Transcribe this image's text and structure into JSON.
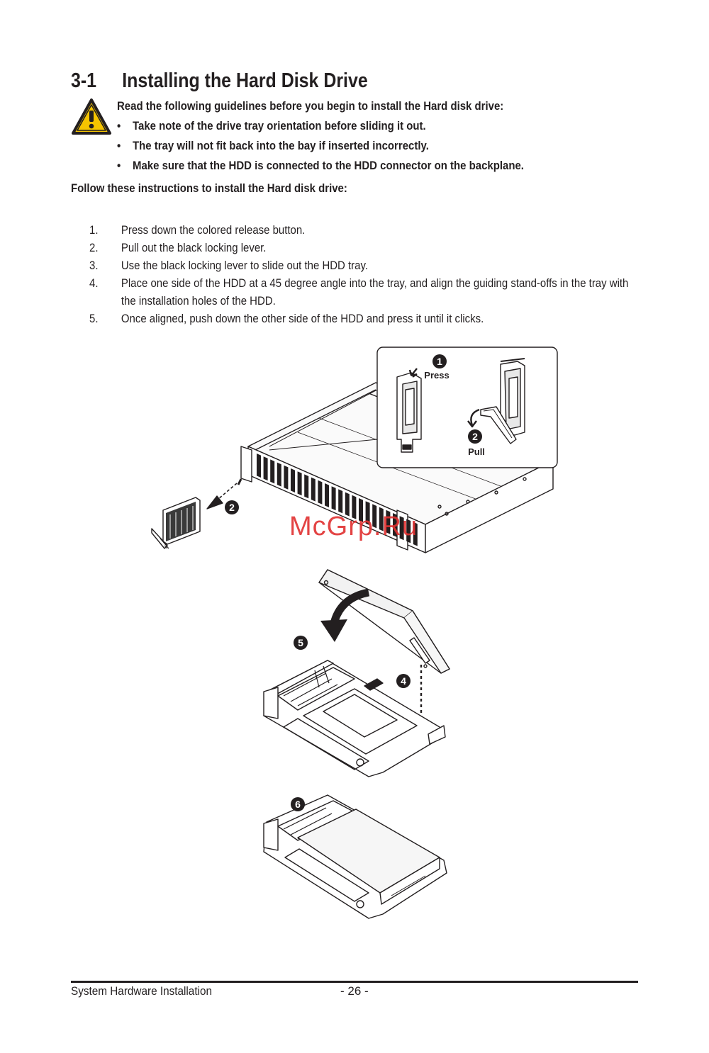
{
  "heading": {
    "number": "3-1",
    "title": "Installing the Hard Disk Drive"
  },
  "caution": {
    "icon": "warning-triangle-icon",
    "lead": "Read the following guidelines before you begin to install the Hard disk drive:",
    "bullets": [
      "Take note of the drive tray orientation before sliding it out.",
      "The tray will not fit back into the bay if inserted incorrectly.",
      "Make sure that the HDD is connected to the HDD connector on the backplane."
    ]
  },
  "instructions_lead": "Follow these instructions to install the Hard disk drive:",
  "steps": [
    {
      "n": "1.",
      "text": "Press down the colored release button."
    },
    {
      "n": "2.",
      "text": "Pull out the black locking lever."
    },
    {
      "n": "3.",
      "text": "Use the black locking lever to slide out the HDD tray."
    },
    {
      "n": "4.",
      "text": " Place one side of the HDD at a 45 degree angle into the tray, and align the guiding stand-offs in the tray with the installation holes of the HDD."
    },
    {
      "n": "5.",
      "text": "Once aligned, push down the other side of the HDD and press it until it clicks."
    }
  ],
  "figure": {
    "callouts": {
      "c1": "1",
      "c2_inset": "2",
      "c2_main": "2",
      "c4": "4",
      "c5": "5",
      "c6": "6"
    },
    "press_label": "Press",
    "pull_label": "Pull"
  },
  "watermark": "McGrp.Ru",
  "footer": {
    "section": "System Hardware Installation",
    "page": "- 26 -"
  }
}
